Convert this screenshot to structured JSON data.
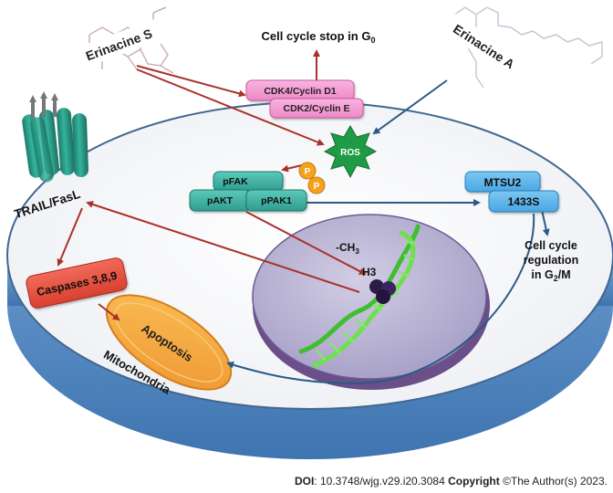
{
  "compounds": {
    "erinacine_s": "Erinacine S",
    "erinacine_a": "Erinacine A"
  },
  "top_label": {
    "text": "Cell cycle stop in G",
    "sub": "0"
  },
  "boxes": {
    "cdk4": "CDK4/Cyclin D1",
    "cdk2": "CDK2/Cyclin E",
    "ros": "ROS",
    "pfak": "pFAK",
    "pakt": "pAKT",
    "ppak1": "pPAK1",
    "p1": "P",
    "p2": "P",
    "mtsu2": "MTSU2",
    "s1433": "1433S",
    "caspases": "Caspases 3,8,9",
    "trail": "TRAIL/FasL"
  },
  "regulation": {
    "line1": "Cell cycle",
    "line2": "regulation",
    "line3_prefix": "in G",
    "line3_sub": "2",
    "line3_suffix": "/M"
  },
  "nucleus": {
    "methyl_prefix": "-CH",
    "methyl_sub": "3",
    "h3": "H3"
  },
  "mitochondria": {
    "apoptosis": "Apoptosis",
    "label": "Mitochondria"
  },
  "footer": {
    "doi_label": "DOI",
    "doi_value": ": 10.3748/wjg.v29.i20.3084 ",
    "copyright_label": "Copyright",
    "copyright_value": " ©The Author(s) 2023."
  },
  "colors": {
    "cell_fill": "#f7f7fa",
    "cell_edge": "#5b8fc7",
    "teal": "#3bb3a3",
    "pink": "#f39ad2",
    "blue_box": "#5bb6ee",
    "red_box": "#ea5646",
    "ros": "#1f9a45",
    "phospho": "#f6a21d",
    "nucleus": "#bdb7d6",
    "mito": "#f3a640",
    "arrow_red": "#a8322a",
    "arrow_blue": "#2b5a86"
  }
}
